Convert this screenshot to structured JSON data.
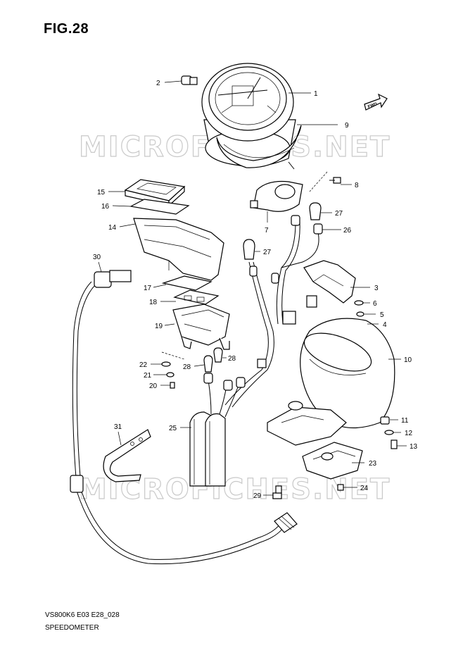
{
  "figure_title": "FIG.28",
  "watermark_text": "MICROFICHES.NET",
  "fwd_label": "FWD",
  "footer": {
    "model_code": "VS800K6 E03 E28_028",
    "section_name": "SPEEDOMETER"
  },
  "callouts": {
    "c1": "1",
    "c2": "2",
    "c3": "3",
    "c4": "4",
    "c5": "5",
    "c6": "6",
    "c7": "7",
    "c8": "8",
    "c9": "9",
    "c10": "10",
    "c11": "11",
    "c12": "12",
    "c13": "13",
    "c14": "14",
    "c15": "15",
    "c16": "16",
    "c17": "17",
    "c18": "18",
    "c19": "19",
    "c20": "20",
    "c21": "21",
    "c22": "22",
    "c23": "23",
    "c24": "24",
    "c25": "25",
    "c26": "26",
    "c27a": "27",
    "c27b": "27",
    "c28a": "28",
    "c28b": "28",
    "c29": "29",
    "c30": "30",
    "c31": "31"
  }
}
